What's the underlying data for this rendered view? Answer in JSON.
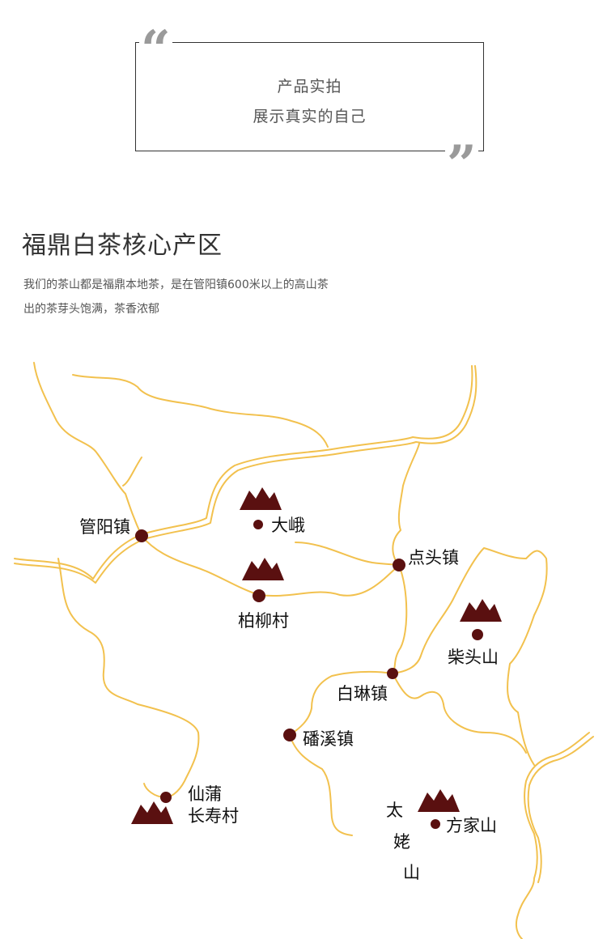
{
  "quote": {
    "line1": "产品实拍",
    "line2": "展示真实的自己",
    "open_mark": "“",
    "close_mark": "”"
  },
  "section": {
    "title": "福鼎白茶核心产区",
    "description_line1": "我们的茶山都是福鼎本地茶，是在管阳镇600米以上的高山茶",
    "description_line2": "出的茶芽头饱满，茶香浓郁"
  },
  "map": {
    "colors": {
      "road": "#f2c14e",
      "marker": "#5a1010",
      "mountain": "#5a1010"
    },
    "places": {
      "guanyang": "管阳镇",
      "dae": "大峨",
      "diantou": "点头镇",
      "bailiu": "柏柳村",
      "chaitoushan": "柴头山",
      "bailin": "白琳镇",
      "panxi": "磻溪镇",
      "xianpu_line1": "仙蒲",
      "xianpu_line2": "长寿村",
      "taimu_1": "太",
      "taimu_2": "姥",
      "taimu_3": "山",
      "fangjiashan": "方家山"
    }
  }
}
